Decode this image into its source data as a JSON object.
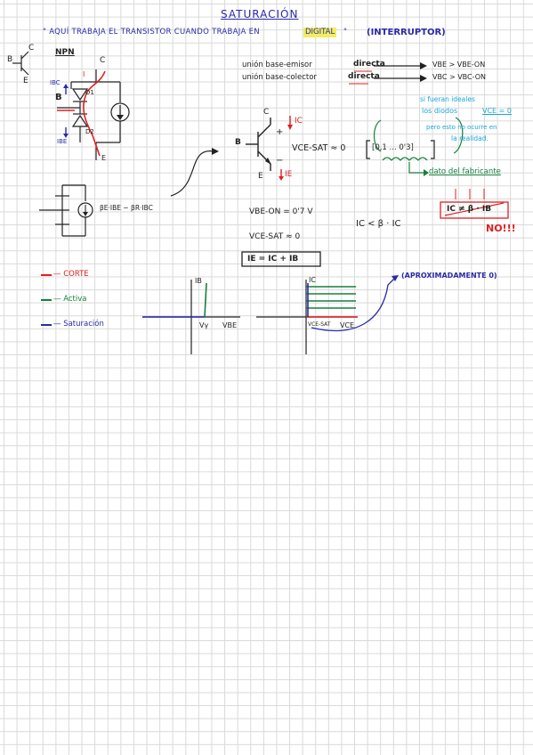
{
  "title": "SATURACIÓN",
  "subtitle": "\" AQUÍ TRABAJA EL TRANSISTOR CUANDO TRABAJA EN",
  "subtitle_highlight": "DIGITAL",
  "subtitle_end": "\"",
  "interruptor": "(INTERRUPTOR)",
  "npn": "NPN",
  "circuit": {
    "c": "C",
    "b": "B",
    "e": "E",
    "c2": "C",
    "b2": "B",
    "e2": "E",
    "i_label": "I",
    "ibc": "IBC",
    "ibe": "IBE",
    "d1": "D1",
    "d2": "D2",
    "ie_label": "E",
    "beta_eq": "βE·IBE − βR·IBC"
  },
  "unions": {
    "be": "unión base-emisor",
    "be_state": "directa",
    "be_res": "VBE > VBE-ON",
    "bc": "unión base-colector",
    "bc_state": "directa",
    "bc_res": "VBC > VBC-ON"
  },
  "notes": {
    "ideal1": "si fueran ideales",
    "ideal2": "los diodos",
    "ideal3": "VCE = 0",
    "ideal4": "pero esto no ocurre en",
    "ideal5": "la realidad.",
    "dato": "dato del fabricante"
  },
  "transistor": {
    "ic": "IC",
    "ie": "IE",
    "plus": "+",
    "minus": "−",
    "vcesat": "VCE-SAT ≈ 0",
    "range": "[0,1 ... 0'3]"
  },
  "eqs": {
    "vbeon": "VBE-ON = 0'7 V",
    "vcesat2": "VCE-SAT ≈ 0",
    "ie_sum": "IE = IC + IB",
    "ic_beta": "IC < β · IC",
    "ic_neq": "IC ≠ β · IB",
    "no": "NO!!!"
  },
  "legend": {
    "corte": "— CORTE",
    "activa": "— Activa",
    "saturacion": "— Saturación"
  },
  "graphs": {
    "ib": "IB",
    "vy": "Vγ",
    "vbe": "VBE",
    "ic": "IC",
    "vcesat": "VCE-SAT",
    "vce": "VCE",
    "aprox": "(APROXIMADAMENTE 0)"
  },
  "colors": {
    "blue": "#2a2aa8",
    "red": "#e02020",
    "green": "#15803d",
    "cyan": "#1aa7d8",
    "highlight": "#f2ee5c"
  }
}
